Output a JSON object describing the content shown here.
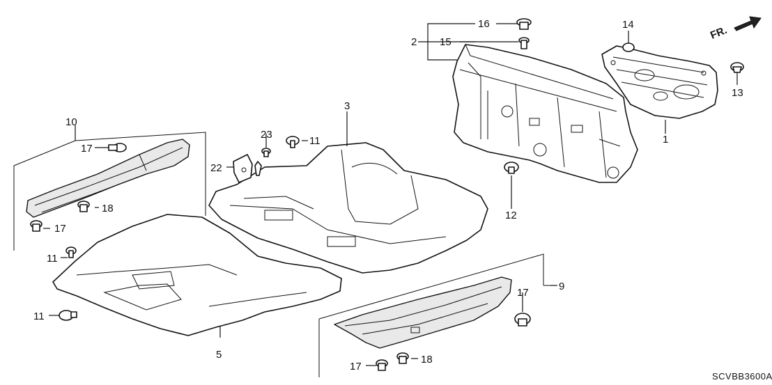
{
  "diagram": {
    "code": "SCVBB3600A",
    "direction_label": "FR."
  },
  "callouts": {
    "c1": "1",
    "c2": "2",
    "c3": "3",
    "c5": "5",
    "c9": "9",
    "c10": "10",
    "c11a": "11",
    "c11b": "11",
    "c11c": "11",
    "c12": "12",
    "c13": "13",
    "c14": "14",
    "c15": "15",
    "c16": "16",
    "c17a": "17",
    "c17b": "17",
    "c17c": "17",
    "c17d": "17",
    "c18a": "18",
    "c18b": "18",
    "c22": "22",
    "c23": "23"
  }
}
